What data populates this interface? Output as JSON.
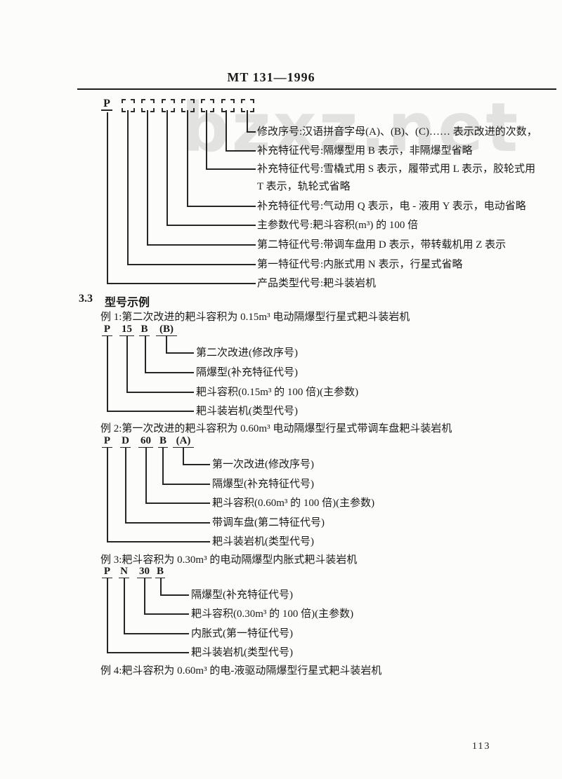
{
  "header": {
    "standard_number": "MT 131—1996"
  },
  "watermark": "bzxz.net",
  "model_diagram": {
    "prefix": "P",
    "labels": {
      "revision": "修改序号:汉语拼音字母(A)、(B)、(C)…… 表示改进的次数，",
      "supp_explosion": "补充特征代号:隔爆型用 B 表示，非隔爆型省略",
      "supp_running_line1": "补充特征代号:雪橇式用 S 表示，履带式用 L 表示，胶轮式用",
      "supp_running_line2": "T 表示，轨轮式省略",
      "supp_drive": "补充特征代号:气动用 Q 表示，电 - 液用 Y 表示，电动省略",
      "main_param": "主参数代号:耙斗容积(m³) 的 100 倍",
      "second_feature": "第二特征代号:带调车盘用 D 表示，带转载机用 Z 表示",
      "first_feature": "第一特征代号:内胀式用 N 表示，行星式省略",
      "product_type": "产品类型代号:耙斗装岩机"
    }
  },
  "section": {
    "number": "3.3",
    "title": "型号示例"
  },
  "examples": [
    {
      "caption": "例 1:第二次改进的耙斗容积为 0.15m³ 电动隔爆型行星式耙斗装岩机",
      "code": [
        "P",
        "15",
        "B",
        "(B)"
      ],
      "labels": [
        "第二次改进(修改序号)",
        "隔爆型(补充特征代号)",
        "耙斗容积(0.15m³ 的 100 倍)(主参数)",
        "耙斗装岩机(类型代号)"
      ]
    },
    {
      "caption": "例 2:第一次改进的耙斗容积为 0.60m³ 电动隔爆型行星式带调车盘耙斗装岩机",
      "code": [
        "P",
        "D",
        "60",
        "B",
        "(A)"
      ],
      "labels": [
        "第一次改进(修改序号)",
        "隔爆型(补充特征代号)",
        "耙斗容积(0.60m³ 的 100 倍)(主参数)",
        "带调车盘(第二特征代号)",
        "耙斗装岩机(类型代号)"
      ]
    },
    {
      "caption": "例 3:耙斗容积为 0.30m³ 的电动隔爆型内胀式耙斗装岩机",
      "code": [
        "P",
        "N",
        "30",
        "B"
      ],
      "labels": [
        "隔爆型(补充特征代号)",
        "耙斗容积(0.30m³ 的 100 倍)(主参数)",
        "内胀式(第一特征代号)",
        "耙斗装岩机(类型代号)"
      ]
    },
    {
      "caption": "例 4:耙斗容积为 0.60m³ 的电-液驱动隔爆型行星式耙斗装岩机"
    }
  ],
  "footer": {
    "page_number": "113"
  }
}
